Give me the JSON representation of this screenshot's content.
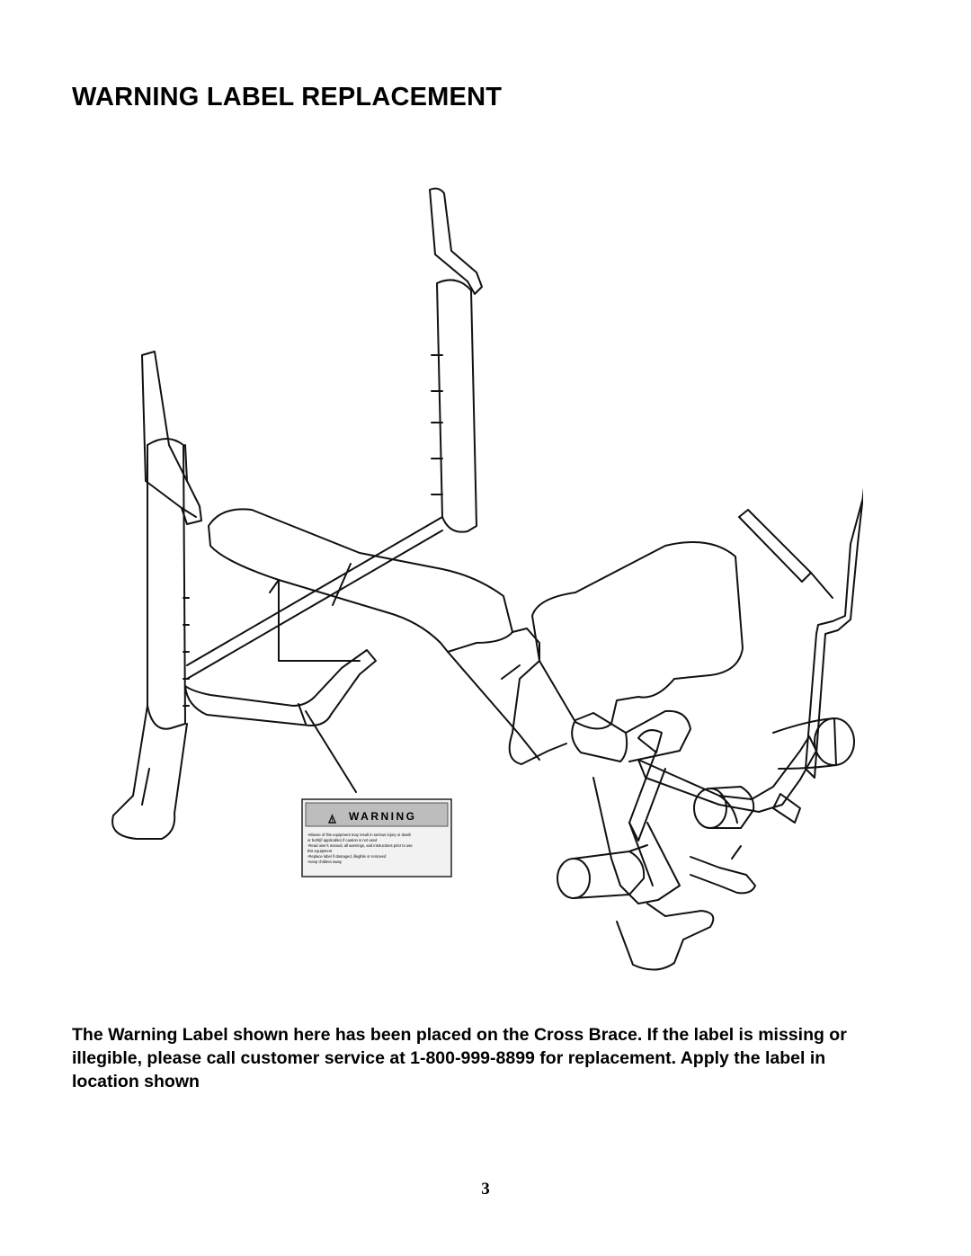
{
  "page": {
    "title": "WARNING LABEL REPLACEMENT",
    "body_text": "The Warning Label shown here has been placed on the Cross Brace. If the label is missing or illegible, please call customer service at 1-800-999-8899 for replacement. Apply the label in location shown",
    "page_number": "3"
  },
  "figure": {
    "icon": "weight-bench-illustration",
    "warning_label": {
      "header": "WARNING",
      "lines": [
        "-Misuse of this equipment may result in serious injury or death",
        " or both(if applicable) if caution is not used",
        "-Read user's manual, all warnings, and instructions prior to use",
        " this equipment",
        "-Replace label if damaged, illegible or removed",
        "-Keep children away"
      ]
    },
    "colors": {
      "line": "#111111",
      "label_header": "#bdbdbd",
      "label_bg": "#f2f2f2"
    }
  }
}
